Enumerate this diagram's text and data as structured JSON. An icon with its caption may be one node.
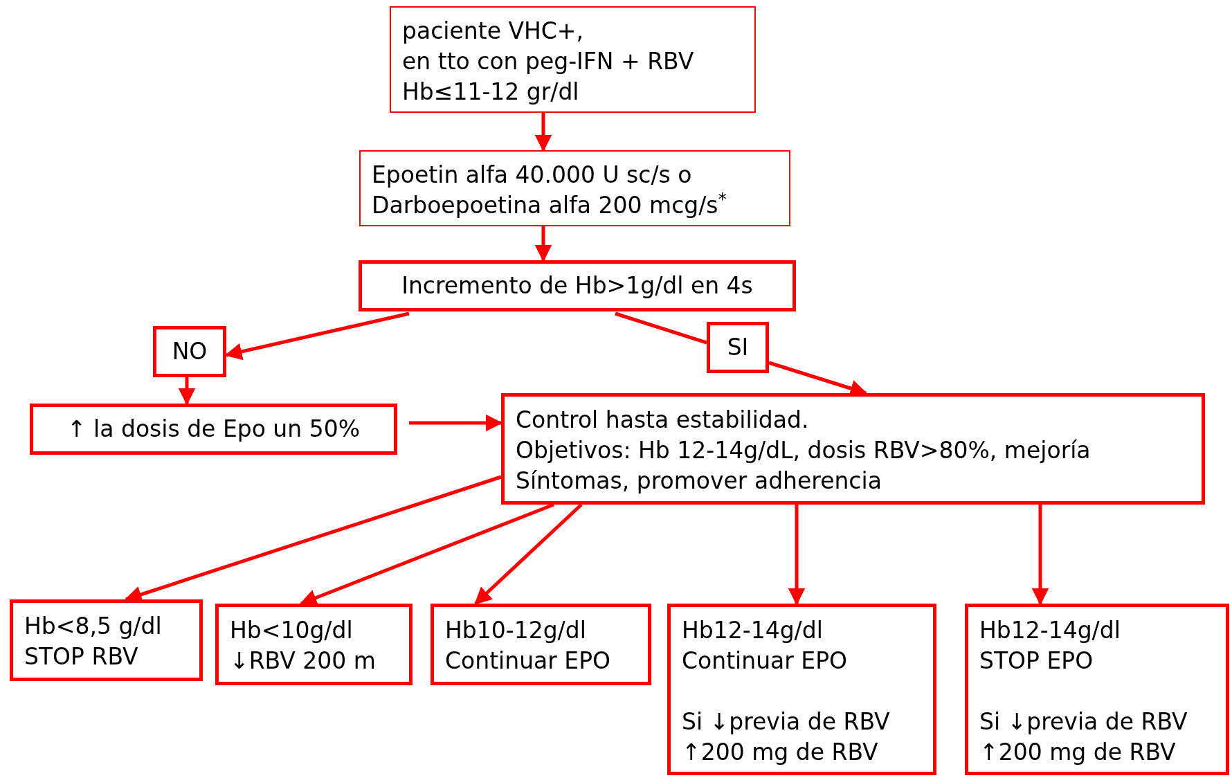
{
  "diagram": {
    "nodes": [
      {
        "text": [
          "paciente VHC+,",
          "en tto con peg-IFN + RBV",
          "Hb≤11-12 gr/dl"
        ]
      },
      {
        "text": [
          "Epoetin alfa 40.000 U sc/s o",
          "Darboepoetina alfa 200 mcg/s$^{*}$"
        ]
      },
      {
        "text": [
          "Incremento de Hb>1g/dl en 4s"
        ]
      },
      {
        "text": [
          "NO"
        ]
      },
      {
        "text": [
          "SI"
        ]
      },
      {
        "text": [
          "↑ la dosis de Epo un 50%"
        ]
      },
      {
        "text": [
          "Control hasta estabilidad.",
          "Objetivos: Hb 12-14g/dL, dosis RBV>80%, mejoría Síntomas, promover adherencia"
        ]
      },
      {
        "text": [
          "Hb<8,5 g/dl",
          "STOP RBV"
        ]
      },
      {
        "text": [
          "Hb<10g/dl",
          "↓RBV 200 m"
        ]
      },
      {
        "text": [
          "Hb10-12g/dl",
          "Continuar EPO"
        ]
      },
      {
        "text": [
          "Hb12-14g/dl",
          "Continuar EPO",
          "Si ↓previa de RBV ↑200 mg de RBV"
        ]
      },
      {
        "text": [
          "Hb12-14g/dl",
          "STOP EPO",
          "Si ↓previa de RBV ↑200 mg de RBV"
        ]
      }
    ],
    "edges": [
      {
        "from": 0,
        "to": 1,
        "arrow": "to"
      },
      {
        "from": 1,
        "to": 2,
        "arrow": "to"
      },
      {
        "from": 2,
        "to": 3,
        "arrow": "to"
      },
      {
        "from": 2,
        "to": 4,
        "arrow": "none"
      },
      {
        "from": 4,
        "to": 6,
        "arrow": "to"
      },
      {
        "from": 3,
        "to": 5,
        "arrow": "to"
      },
      {
        "from": 5,
        "to": 6,
        "arrow": "to"
      },
      {
        "from": 6,
        "to": 7,
        "arrow": "to"
      },
      {
        "from": 6,
        "to": 8,
        "arrow": "to"
      },
      {
        "from": 6,
        "to": 9,
        "arrow": "to"
      },
      {
        "from": 6,
        "to": 10,
        "arrow": "to"
      },
      {
        "from": 6,
        "to": 11,
        "arrow": "to"
      }
    ]
  }
}
